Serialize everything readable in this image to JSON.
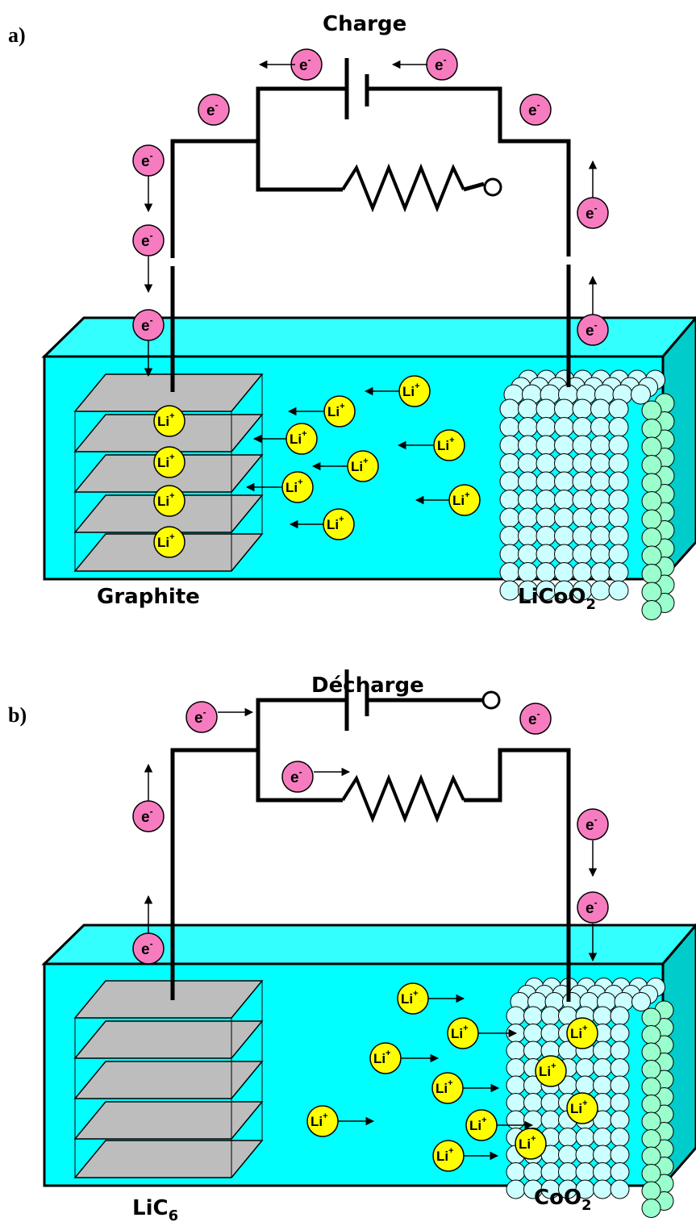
{
  "panels": [
    {
      "label": "a)",
      "title": "Charge",
      "anode_label": "Graphite",
      "cathode_label": "LiCoO",
      "cathode_sub": "2"
    },
    {
      "label": "b)",
      "title": "Décharge",
      "anode_label": "LiC",
      "anode_sub": "6",
      "cathode_label": "CoO",
      "cathode_sub": "2"
    }
  ],
  "electron_label": "e",
  "electron_charge": "-",
  "lithium_ion_label": "Li",
  "lithium_ion_charge": "+",
  "colors": {
    "electrolyte_front": "#00ffff",
    "electrolyte_top": "#33ffff",
    "electrolyte_side": "#00cccc",
    "graphite_sheet": "#bdbdbd",
    "electron": "#f77cbf",
    "lithium_ion": "#ffff00",
    "atom_front": "#ccffff",
    "atom_side": "#99ffcc",
    "wire": "#000000"
  },
  "icons": [
    "battery-icon",
    "resistor-icon",
    "switch-terminal-icon"
  ]
}
